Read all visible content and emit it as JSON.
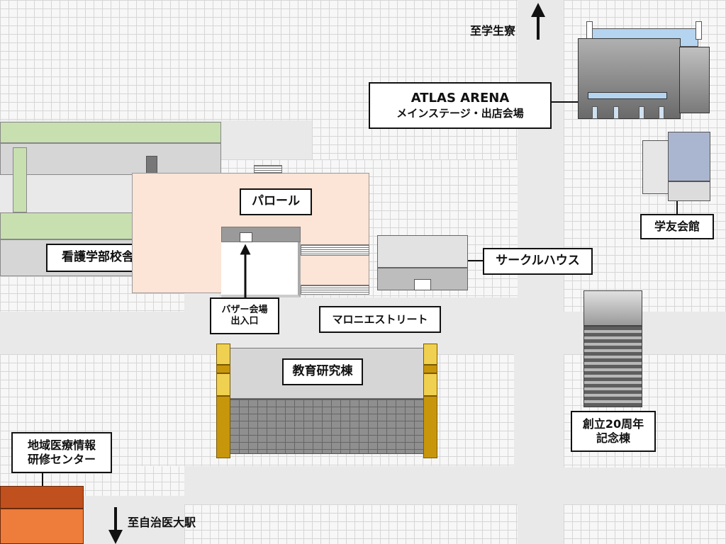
{
  "labels": {
    "atlas_title": "ATLAS ARENA",
    "atlas_sub": "メインステージ・出店会場",
    "nursing": "看護学部校舎",
    "parole": "パロール",
    "bazaar_entrance_line1": "バザー会場",
    "bazaar_entrance_line2": "出入口",
    "maroni_street": "マロニエストリート",
    "circle_house": "サークルハウス",
    "gakuyu_kaikan": "学友会館",
    "education_research": "教育研究棟",
    "memorial_line1": "創立20周年",
    "memorial_line2": "記念棟",
    "regional_info_line1": "地域医療情報",
    "regional_info_line2": "研修センター"
  },
  "directions": {
    "to_dorm": "至学生寮",
    "to_station": "至自治医大駅"
  },
  "icons": {
    "north_arrow": "arrow-up",
    "south_arrow": "arrow-down",
    "entrance_arrow": "arrow-up"
  },
  "colors": {
    "nursing_roof": "#c8e0b0",
    "parole_floor": "#fce4d6",
    "arena_roof": "#b4d4f0",
    "gakuyu_blue": "#aab6d0",
    "edu_pillar": "#c8960a",
    "edu_pillar_light": "#f0d050",
    "center_top": "#c0501e",
    "center_bottom": "#ee7c3a"
  }
}
